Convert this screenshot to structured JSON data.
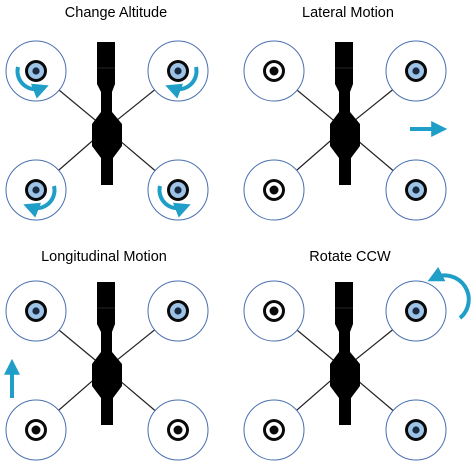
{
  "panels": [
    {
      "title": "Change Altitude",
      "rotor_hub_style": [
        "light",
        "light",
        "light",
        "light"
      ],
      "rotation_arrows": [
        "ccw",
        "cw",
        "cw",
        "ccw"
      ],
      "motion_arrow": null
    },
    {
      "title": "Lateral Motion",
      "rotor_hub_style": [
        "dark",
        "light",
        "dark",
        "light"
      ],
      "rotation_arrows": [],
      "motion_arrow": "right"
    },
    {
      "title": "Longitudinal Motion",
      "rotor_hub_style": [
        "light",
        "light",
        "dark",
        "dark"
      ],
      "rotation_arrows": [],
      "motion_arrow": "up"
    },
    {
      "title": "Rotate CCW",
      "rotor_hub_style": [
        "dark",
        "light",
        "dark",
        "light"
      ],
      "rotation_arrows": [],
      "motion_arrow": "rotate-ccw"
    }
  ],
  "colors": {
    "rotor_ring": "#4a6fb0",
    "arrow": "#1f9fc8",
    "hub_light": "#9dc3e6",
    "body": "#000000",
    "arm": "#222222"
  }
}
